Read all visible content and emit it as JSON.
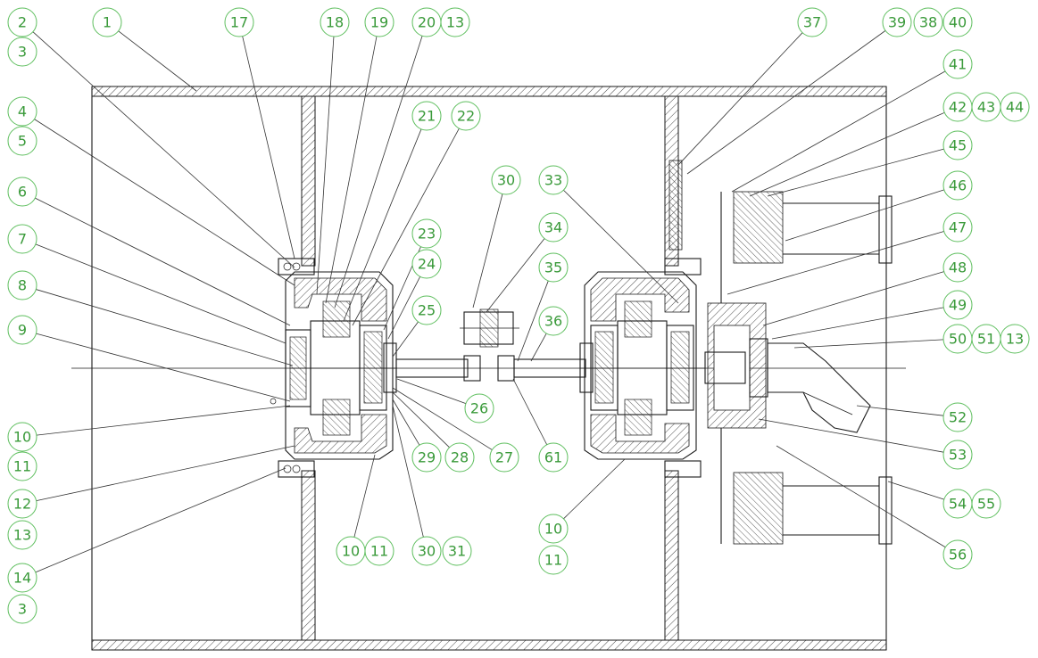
{
  "callouts": [
    {
      "label": "1"
    },
    {
      "label": "2"
    },
    {
      "label": "3"
    },
    {
      "label": "4"
    },
    {
      "label": "5"
    },
    {
      "label": "6"
    },
    {
      "label": "7"
    },
    {
      "label": "8"
    },
    {
      "label": "9"
    },
    {
      "label": "10"
    },
    {
      "label": "11"
    },
    {
      "label": "12"
    },
    {
      "label": "13"
    },
    {
      "label": "14"
    },
    {
      "label": "3"
    },
    {
      "label": "17"
    },
    {
      "label": "18"
    },
    {
      "label": "19"
    },
    {
      "label": "20"
    },
    {
      "label": "13"
    },
    {
      "label": "21"
    },
    {
      "label": "22"
    },
    {
      "label": "23"
    },
    {
      "label": "24"
    },
    {
      "label": "25"
    },
    {
      "label": "26"
    },
    {
      "label": "27"
    },
    {
      "label": "28"
    },
    {
      "label": "29"
    },
    {
      "label": "30"
    },
    {
      "label": "31"
    },
    {
      "label": "10"
    },
    {
      "label": "11"
    },
    {
      "label": "30"
    },
    {
      "label": "34"
    },
    {
      "label": "35"
    },
    {
      "label": "36"
    },
    {
      "label": "33"
    },
    {
      "label": "61"
    },
    {
      "label": "10"
    },
    {
      "label": "11"
    },
    {
      "label": "37"
    },
    {
      "label": "39"
    },
    {
      "label": "38"
    },
    {
      "label": "40"
    },
    {
      "label": "41"
    },
    {
      "label": "42"
    },
    {
      "label": "43"
    },
    {
      "label": "44"
    },
    {
      "label": "45"
    },
    {
      "label": "46"
    },
    {
      "label": "47"
    },
    {
      "label": "48"
    },
    {
      "label": "49"
    },
    {
      "label": "50"
    },
    {
      "label": "51"
    },
    {
      "label": "13"
    },
    {
      "label": "52"
    },
    {
      "label": "53"
    },
    {
      "label": "54"
    },
    {
      "label": "55"
    },
    {
      "label": "56"
    }
  ]
}
